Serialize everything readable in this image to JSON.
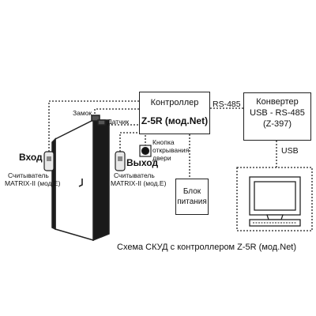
{
  "controller": {
    "title": "Контроллер",
    "model": "Z-5R (мод.Net)"
  },
  "link_rs485": "RS-485",
  "converter": {
    "title": "Конвертер",
    "line2": "USB - RS-485",
    "model": "(Z-397)"
  },
  "link_usb": "USB",
  "lock_label": "Замок",
  "sensor_label": "Датчик",
  "button_label": {
    "line1": "Кнопка",
    "line2": "открывания",
    "line3": "двери"
  },
  "power_block": {
    "line1": "Блок",
    "line2": "питания"
  },
  "entry": {
    "title": "Вход",
    "line1": "Считыватель",
    "line2": "MATRIX-II (мод.E)"
  },
  "exit": {
    "title": "Выход",
    "line1": "Считыватель",
    "line2": "MATRIX-II (мод.E)"
  },
  "caption": "Схема СКУД с контроллером Z-5R (мод.Net)",
  "colors": {
    "line": "#222222",
    "door_fill": "#ffffff",
    "accent_screen": "#ffffff"
  }
}
